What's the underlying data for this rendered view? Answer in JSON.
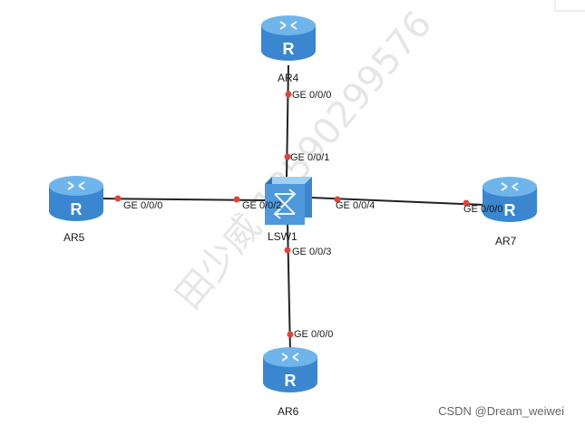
{
  "watermark": {
    "text": "田少威 13590299576"
  },
  "footer": {
    "text": "CSDN @Dream_weiwei"
  },
  "colors": {
    "link": "#222222",
    "port_dot": "#e0433a",
    "router_body": "#3a86cf",
    "router_top": "#6fb4ea",
    "switch_body": "#3a86cf",
    "switch_top": "#9fd0f3"
  },
  "devices": {
    "ar4": {
      "name": "AR4",
      "icon": "router-icon",
      "glyph": "R"
    },
    "ar5": {
      "name": "AR5",
      "icon": "router-icon",
      "glyph": "R"
    },
    "ar6": {
      "name": "AR6",
      "icon": "router-icon",
      "glyph": "R"
    },
    "ar7": {
      "name": "AR7",
      "icon": "router-icon",
      "glyph": "R"
    },
    "lsw1": {
      "name": "LSW1",
      "icon": "switch-icon"
    }
  },
  "links": {
    "ar4_lsw1": {
      "a_port": "GE 0/0/0",
      "b_port": "GE 0/0/1"
    },
    "ar5_lsw1": {
      "a_port": "GE 0/0/0",
      "b_port": "GE 0/0/2"
    },
    "lsw1_ar7": {
      "a_port": "GE 0/0/4",
      "b_port": "GE 0/0/0"
    },
    "lsw1_ar6": {
      "a_port": "GE 0/0/3",
      "b_port": "GE 0/0/0"
    }
  }
}
